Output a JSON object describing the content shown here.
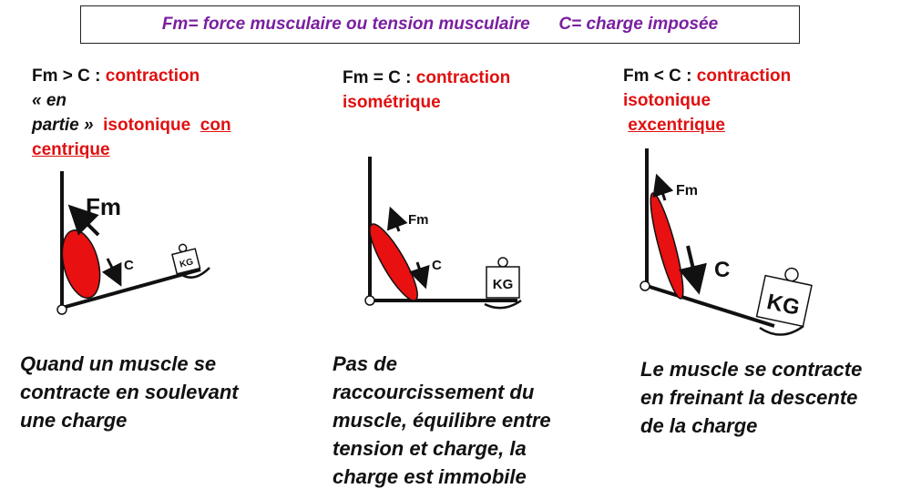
{
  "legend": {
    "fm_def": "Fm= force musculaire ou tension musculaire",
    "c_def": "C= charge imposée"
  },
  "panels": [
    {
      "formula": "Fm > C :",
      "type_a": "contraction",
      "quote": "« en",
      "quote2": "partie »",
      "type_b": "isotonique",
      "type_c1": "con",
      "type_c2": "centrique",
      "fm_label": "Fm",
      "c_label": "C",
      "kg_label": "KG",
      "caption_lines": [
        "Quand un muscle se",
        "contracte en soulevant",
        "une charge"
      ]
    },
    {
      "formula": "Fm = C :",
      "type_a": "contraction",
      "type_b": "isométrique",
      "fm_label": "Fm",
      "c_label": "C",
      "kg_label": "KG",
      "caption_lines": [
        "Pas de",
        "raccourcissement du",
        "muscle, équilibre entre",
        "tension et charge, la",
        "charge est immobile"
      ]
    },
    {
      "formula": "Fm < C :",
      "type_a": "contraction",
      "type_b": "isotonique",
      "type_c": "excentrique",
      "fm_label": "Fm",
      "c_label": "C",
      "kg_label": "KG",
      "caption_lines": [
        "Le muscle se contracte",
        "en freinant la descente",
        "de la charge"
      ]
    }
  ],
  "colors": {
    "legend_text": "#7a1fa0",
    "accent_red": "#e01010",
    "muscle_fill": "#e81010",
    "ink": "#111111"
  }
}
